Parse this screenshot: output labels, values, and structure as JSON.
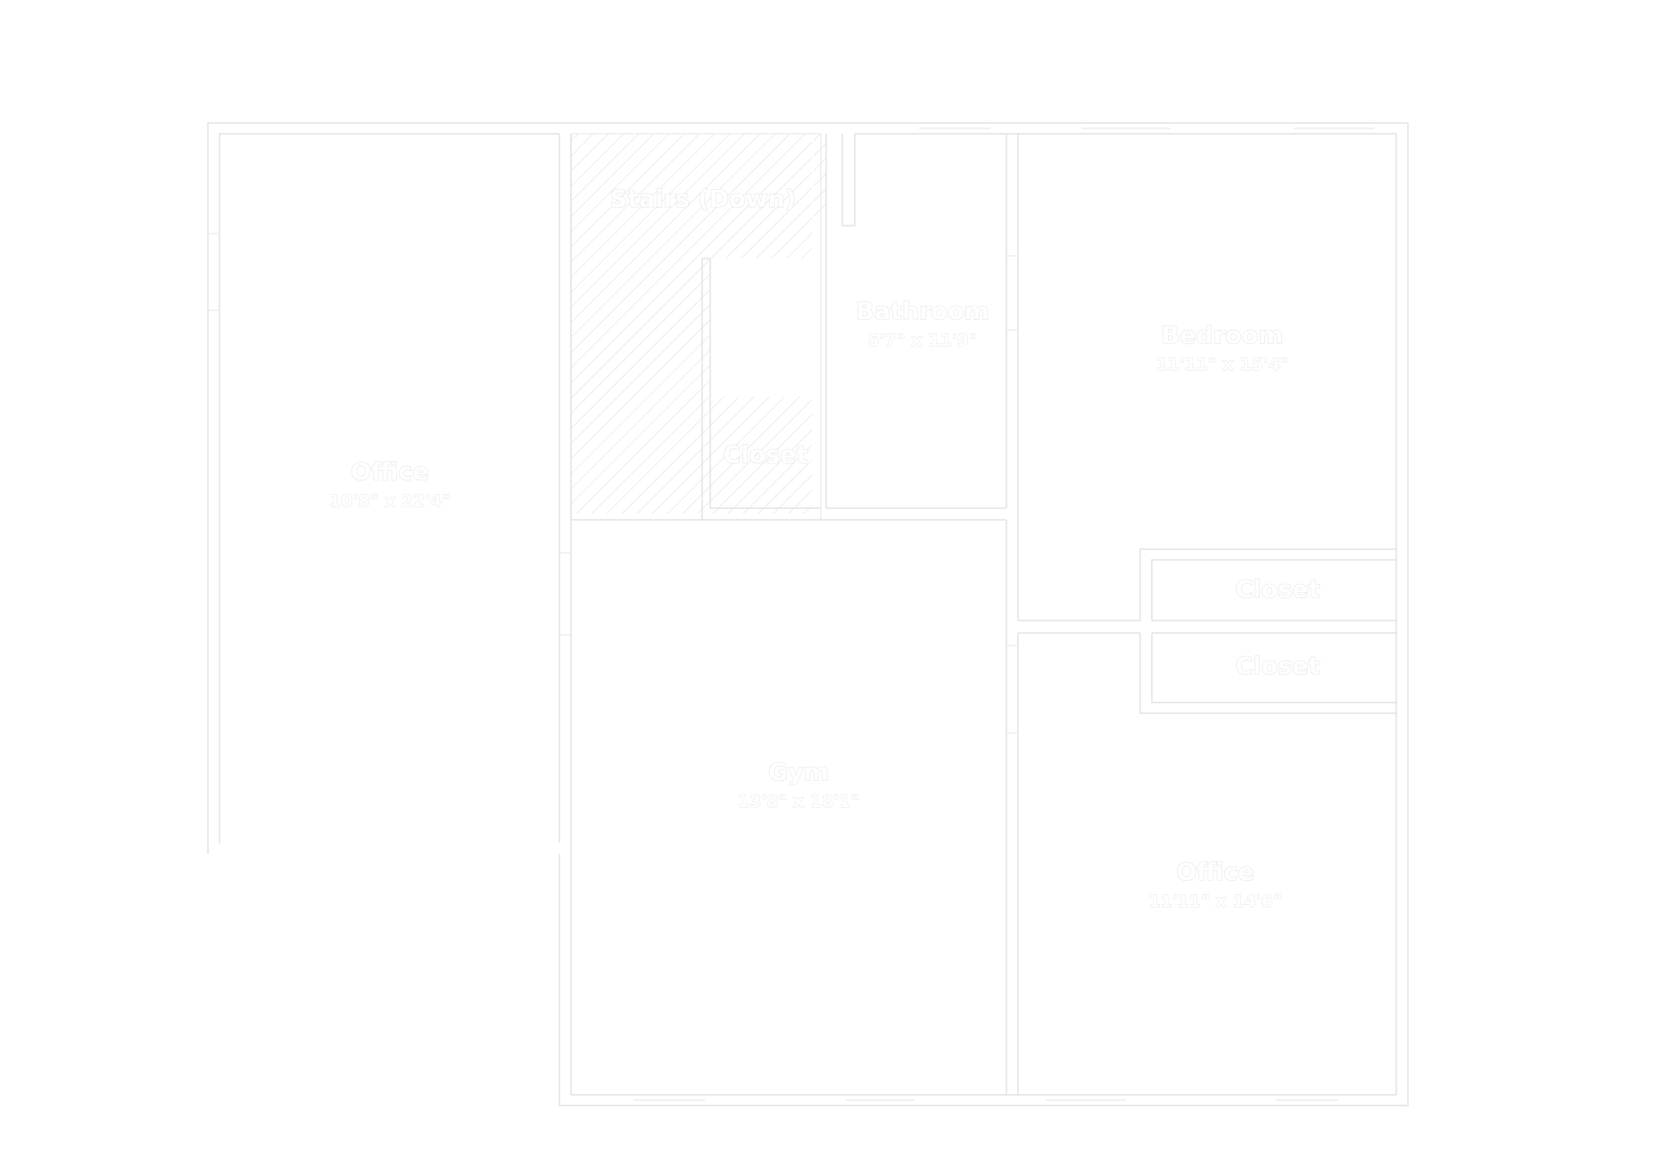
{
  "rooms": {
    "office_left": {
      "name": "Office",
      "dims": "10'8\" x 22'4\""
    },
    "stairs": {
      "name": "Stairs (Down)"
    },
    "stairs_closet": {
      "name": "Closet"
    },
    "bathroom": {
      "name": "Bathroom",
      "dims": "5'7\" x 11'9\""
    },
    "bedroom": {
      "name": "Bedroom",
      "dims": "11'11\" x 15'4\""
    },
    "closet_upper": {
      "name": "Closet"
    },
    "closet_lower": {
      "name": "Closet"
    },
    "gym": {
      "name": "Gym",
      "dims": "13'8\" x 18'1\""
    },
    "office_right": {
      "name": "Office",
      "dims": "11'11\" x 14'6\""
    }
  },
  "colors": {
    "background": "#ffffff",
    "line": "#e4e4e4"
  }
}
